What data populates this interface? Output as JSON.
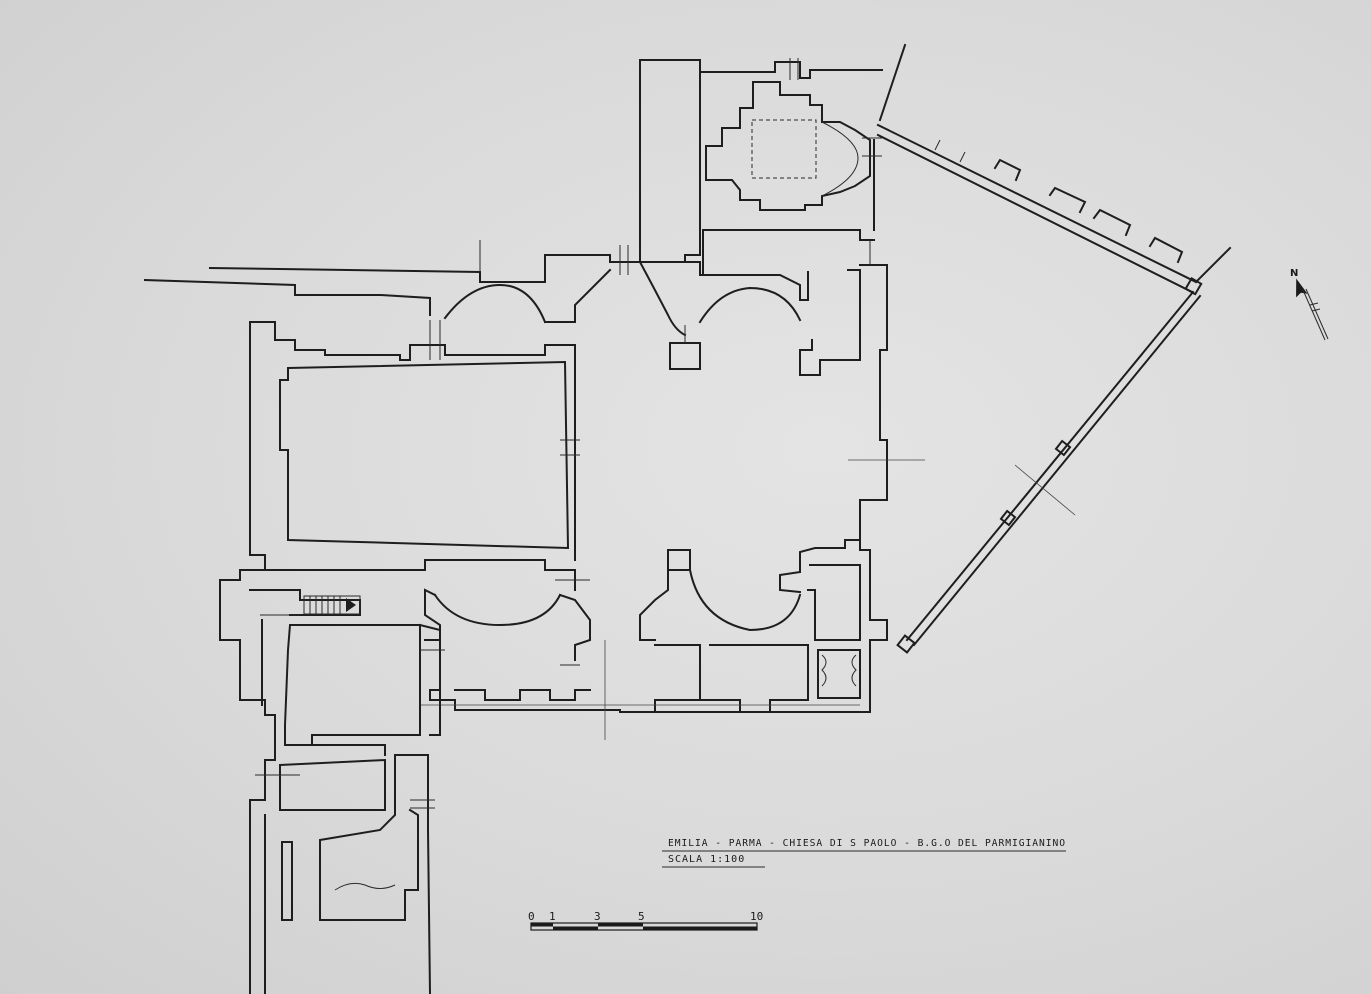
{
  "title_block": {
    "line1": "EMILIA - PARMA - CHIESA DI S PAOLO - B.G.O DEL PARMIGIANINO",
    "line2": "SCALA  1:100"
  },
  "scale_bar": {
    "ticks": [
      "0",
      "1",
      "3",
      "5",
      "10"
    ]
  },
  "north_arrow": {
    "label": "N"
  }
}
